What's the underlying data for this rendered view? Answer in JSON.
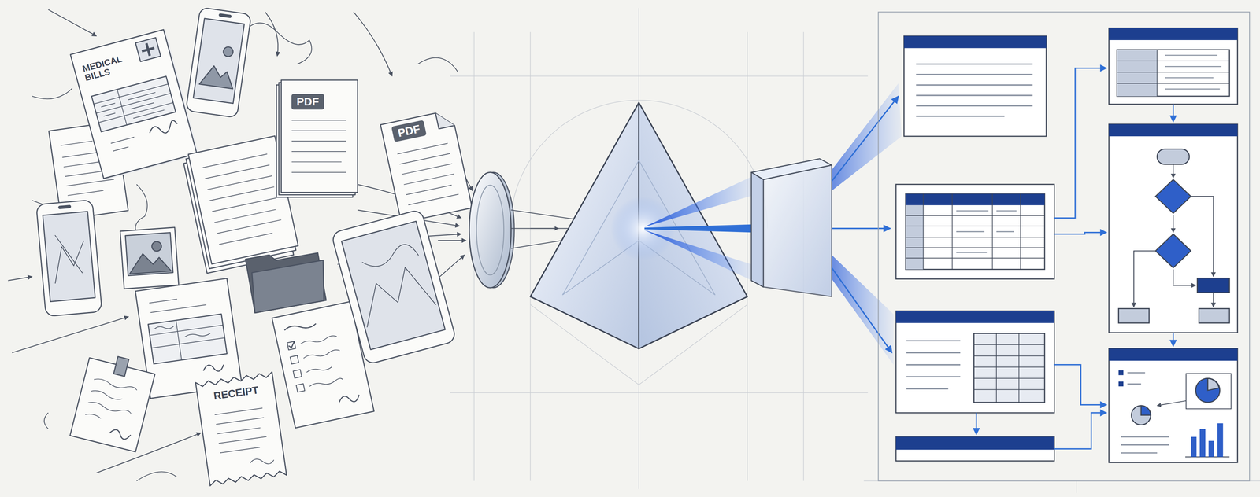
{
  "diagram": {
    "nodes": [
      {
        "text": [
          "MEDICAL BILLS"
        ]
      },
      {
        "text": [
          "PDF"
        ]
      },
      {
        "text": [
          "PDF"
        ]
      },
      {
        "text": [
          "RECEIPT"
        ]
      }
    ]
  }
}
